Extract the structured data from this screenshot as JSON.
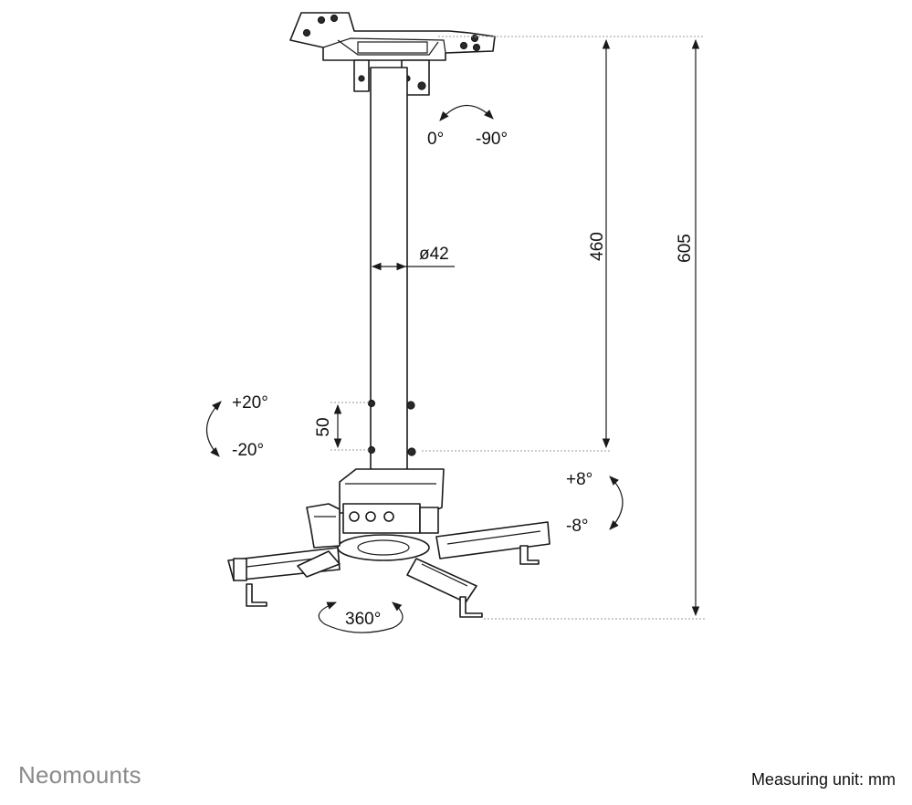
{
  "labels": {
    "rotation_top_left": "0°",
    "rotation_top_right": "-90°",
    "tube_diameter": "ø42",
    "height_inner": "460",
    "height_outer": "605",
    "step": "50",
    "tilt_up": "+20°",
    "tilt_down": "-20°",
    "roll_up": "+8°",
    "roll_down": "-8°",
    "swivel": "360°"
  },
  "footer": {
    "brand": "Neomounts",
    "measuring_unit": "Measuring unit: mm"
  }
}
